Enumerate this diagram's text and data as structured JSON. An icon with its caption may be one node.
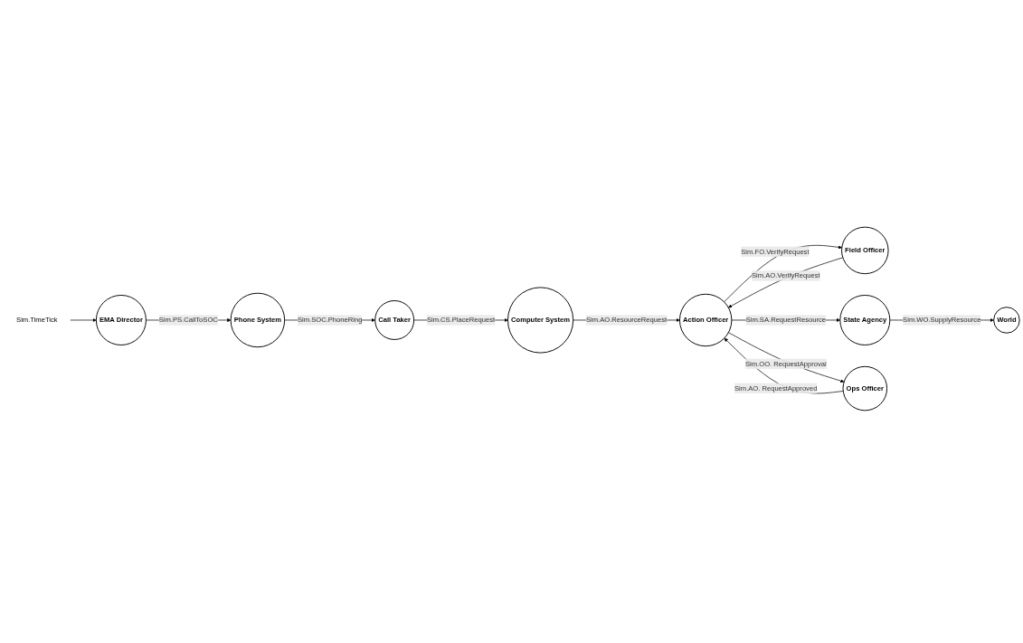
{
  "diagram": {
    "nodes": [
      {
        "text": [
          "Sim.TimeTick"
        ]
      },
      {
        "text": [
          "Call Taker"
        ]
      },
      {
        "text": [
          "Phone System"
        ]
      },
      {
        "text": [
          "EMA Director"
        ]
      },
      {
        "text": [
          "Field Officer"
        ]
      },
      {
        "text": [
          "State Agency"
        ]
      },
      {
        "text": [
          "Computer System"
        ]
      },
      {
        "text": [
          "Action Officer"
        ]
      },
      {
        "text": [
          "World"
        ]
      },
      {
        "text": [
          "Ops Officer"
        ]
      }
    ],
    "edges": [
      {
        "from": 0,
        "to": 3,
        "arrow": "to"
      },
      {
        "from": 3,
        "to": 2,
        "label": "Sim.PS.CallToSOC",
        "arrow": "to"
      },
      {
        "from": 2,
        "to": 1,
        "label": "Sim.SOC.PhoneRing",
        "arrow": "to"
      },
      {
        "from": 1,
        "to": 6,
        "label": "Sim.CS.PlaceRequest",
        "arrow": "to"
      },
      {
        "from": 6,
        "to": 7,
        "label": "Sim.AO.ResourceRequest",
        "arrow": "to"
      },
      {
        "from": 4,
        "to": 7,
        "label": "Sim.AO.VerifyRequest",
        "arrow": "to"
      },
      {
        "from": 7,
        "to": 4,
        "label": "Sim.FO.VerifyRequest",
        "arrow": "to"
      },
      {
        "from": 7,
        "to": 5,
        "label": "Sim.SA.RequestResource",
        "arrow": "to"
      },
      {
        "from": 5,
        "to": 8,
        "label": "Sim.WO.SupplyResource",
        "arrow": "to"
      },
      {
        "from": 7,
        "to": 9,
        "label": "Sim.OO. RequestApproval",
        "arrow": "to"
      },
      {
        "from": 9,
        "to": 7,
        "label": "Sim.AO. RequestApproved",
        "arrow": "to"
      }
    ]
  }
}
